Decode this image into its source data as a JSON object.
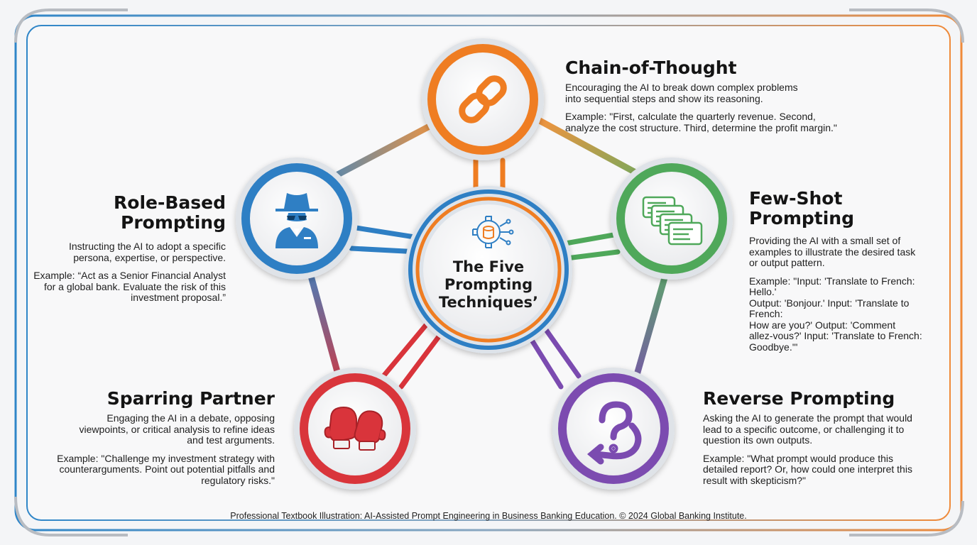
{
  "center": {
    "lines": [
      "The Five",
      "Prompting",
      "Techniques’"
    ]
  },
  "techniques": [
    {
      "key": "chain_of_thought",
      "title_lines": [
        "Chain-of-Thought"
      ],
      "description_lines": [
        "Encouraging the AI to break down complex problems",
        "into sequential steps and show its reasoning."
      ],
      "example_lines": [
        "Example: \"First, calculate the quarterly revenue. Second,",
        "analyze the cost structure. Third, determine the profit margin.\""
      ],
      "color": "#ef7d22",
      "icon": "chain-link-icon"
    },
    {
      "key": "role_based",
      "title_lines": [
        "Role-Based",
        "Prompting"
      ],
      "description_lines": [
        "Instructing the AI to adopt a specific",
        "persona, expertise, or perspective."
      ],
      "example_lines": [
        "Example: “Act as a Senior Financial Analyst",
        "for a global bank. Evaluate the risk of this",
        "investment proposal.”"
      ],
      "color": "#2f7fc4",
      "icon": "detective-icon"
    },
    {
      "key": "few_shot",
      "title_lines": [
        "Few-Shot",
        "Prompting"
      ],
      "description_lines": [
        "Providing the AI with a small set of",
        "examples to illustrate the desired task",
        "or output pattern."
      ],
      "example_lines": [
        "Example: \"Input: 'Translate to French: Hello.'",
        "Output: 'Bonjour.' Input: 'Translate to French:",
        "How are you?' Output: 'Comment",
        "allez-vous?' Input: 'Translate to French:",
        "Goodbye.'\""
      ],
      "color": "#4fa85a",
      "icon": "message-cards-icon"
    },
    {
      "key": "sparring_partner",
      "title_lines": [
        "Sparring Partner"
      ],
      "description_lines": [
        "Engaging the AI in a debate, opposing",
        "viewpoints, or critical analysis to refine ideas",
        "and test arguments."
      ],
      "example_lines": [
        "Example: \"Challenge my investment strategy with",
        "counterarguments. Point out potential pitfalls and",
        "regulatory risks.\""
      ],
      "color": "#d9343b",
      "icon": "boxing-gloves-icon"
    },
    {
      "key": "reverse_prompting",
      "title_lines": [
        "Reverse Prompting"
      ],
      "description_lines": [
        "Asking the AI to generate the prompt that would",
        "lead to a specific outcome, or challenging it to",
        "question its own outputs."
      ],
      "example_lines": [
        "Example: \"What prompt would produce this",
        "detailed report? Or, how could one interpret this",
        "result with skepticism?\""
      ],
      "color": "#7b4bb0",
      "icon": "question-loop-icon"
    }
  ],
  "footer": "Professional Textbook Illustration: AI-Assisted Prompt Engineering in Business Banking Education. © 2024 Global Banking Institute."
}
